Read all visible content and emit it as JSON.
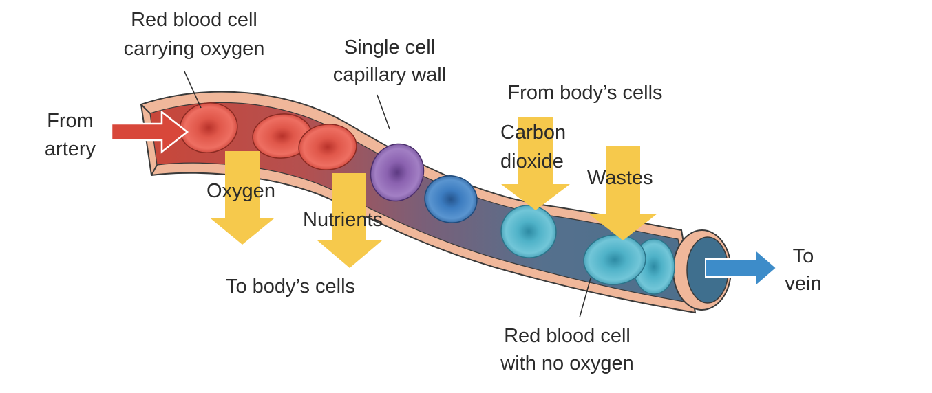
{
  "labels": {
    "rbc_oxygen_line1": "Red blood cell",
    "rbc_oxygen_line2": "carrying oxygen",
    "wall_line1": "Single cell",
    "wall_line2": "capillary wall",
    "from_body_cells": "From body’s cells",
    "from_artery_line1": "From",
    "from_artery_line2": "artery",
    "carbon_line1": "Carbon",
    "carbon_line2": "dioxide",
    "wastes": "Wastes",
    "oxygen": "Oxygen",
    "nutrients": "Nutrients",
    "to_body_cells": "To body’s cells",
    "to_vein_line1": "To",
    "to_vein_line2": "vein",
    "rbc_no_oxygen_line1": "Red blood cell",
    "rbc_no_oxygen_line2": "with no oxygen"
  },
  "colors": {
    "vessel_wall": "#f0b79a",
    "vessel_outline": "#3a3a3a",
    "lumen_oxygenated": "#c1453a",
    "lumen_deoxygenated": "#4a6f8c",
    "exchange_arrow": "#f6c94c",
    "artery_arrow": "#d8473a",
    "vein_arrow": "#3d8cc9",
    "cell_oxygenated": "#e0493f",
    "cell_transition": "#8a5aa8",
    "cell_blue": "#3a78b8",
    "cell_deoxygenated": "#4fb0c6"
  }
}
